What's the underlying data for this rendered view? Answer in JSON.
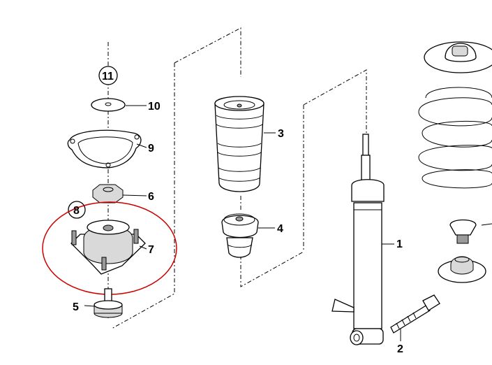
{
  "callouts": [
    {
      "id": "p1",
      "text": "1"
    },
    {
      "id": "p2",
      "text": "2"
    },
    {
      "id": "p3",
      "text": "3"
    },
    {
      "id": "p4",
      "text": "4"
    },
    {
      "id": "p5",
      "text": "5"
    },
    {
      "id": "p6",
      "text": "6"
    },
    {
      "id": "p7",
      "text": "7"
    },
    {
      "id": "p8",
      "text": "8"
    },
    {
      "id": "p9",
      "text": "9"
    },
    {
      "id": "p10",
      "text": "10"
    },
    {
      "id": "p11",
      "text": "11"
    }
  ],
  "colors": {
    "line": "#000000",
    "highlight_circle": "#cc0000",
    "background": "#ffffff"
  }
}
